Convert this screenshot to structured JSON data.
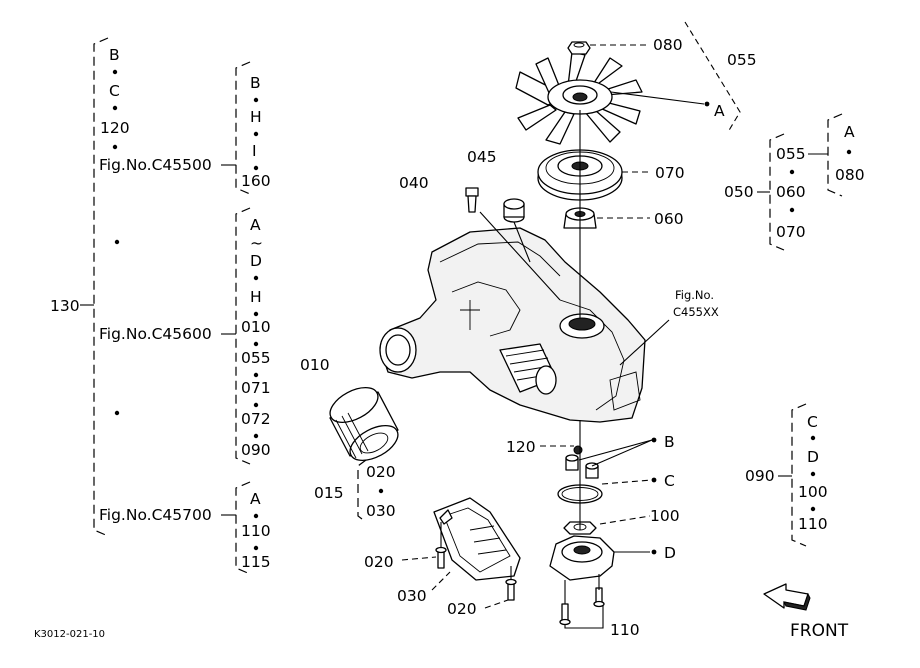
{
  "diagram_code": "K3012-021-10",
  "front_label": "FRONT",
  "left_tree": {
    "root": "130",
    "group1": {
      "items": [
        "B",
        "C",
        "120"
      ],
      "fig": "Fig.No.C45500",
      "sub": [
        "B",
        "H",
        "I",
        "160"
      ]
    },
    "group2": {
      "fig": "Fig.No.C45600",
      "sub": [
        "A",
        "D",
        "H",
        "010",
        "055",
        "071",
        "072",
        "090"
      ],
      "range_sep": "~"
    },
    "group3": {
      "fig": "Fig.No.C45700",
      "sub": [
        "A",
        "110",
        "115"
      ]
    }
  },
  "right_tree": {
    "g050": {
      "root": "050",
      "items": [
        "055",
        "060",
        "070"
      ],
      "sub_root": "055",
      "sub_items": [
        "A",
        "080"
      ]
    },
    "g090": {
      "root": "090",
      "items": [
        "C",
        "D",
        "100",
        "110"
      ]
    }
  },
  "callouts": {
    "c080": "080",
    "c055": "055",
    "cA": "A",
    "c070": "070",
    "c060": "060",
    "c045": "045",
    "c040": "040",
    "c010": "010",
    "c015": "015",
    "c020a": "020",
    "c030b": "030",
    "c020": "020",
    "c030": "030",
    "c020b": "020",
    "c120": "120",
    "cB": "B",
    "cC": "C",
    "c100": "100",
    "cD": "D",
    "c110": "110",
    "fig_line1": "Fig.No.",
    "fig_line2": "C455XX"
  }
}
